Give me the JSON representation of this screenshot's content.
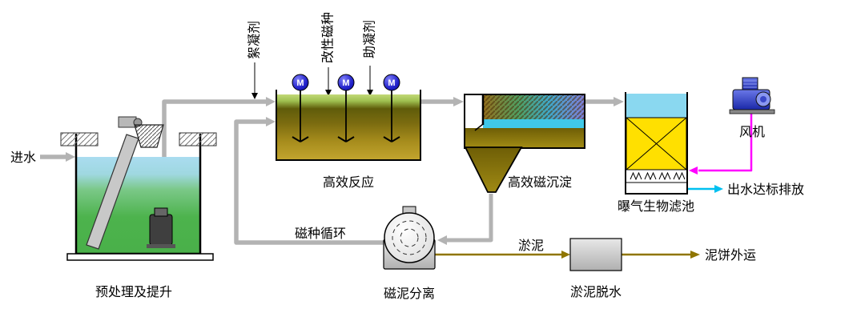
{
  "diagram": {
    "streams": {
      "influent": "进水",
      "effluent": "出水达标排放",
      "sludge": "淤泥",
      "mud_cake": "泥饼外运",
      "seed_recycle": "磁种循环"
    },
    "dosing": {
      "flocculant": "絮凝剂",
      "magnetic_seed": "改性磁种",
      "coagulant_aid": "助凝剂"
    },
    "units": {
      "pretreatment": "预处理及提升",
      "reaction": "高效反应",
      "sedimentation": "高效磁沉淀",
      "biofilter": "曝气生物滤池",
      "blower": "风机",
      "separator": "磁泥分离",
      "dewatering": "淤泥脱水"
    },
    "mixer_motor": "M",
    "colors": {
      "pipe": "#b3b3b3",
      "sludge_line": "#8f7500",
      "air_line": "#ff00ff",
      "effluent_line": "#00c0f0",
      "motor_body": "#2424cc",
      "filter_media": "#ffe000"
    }
  }
}
